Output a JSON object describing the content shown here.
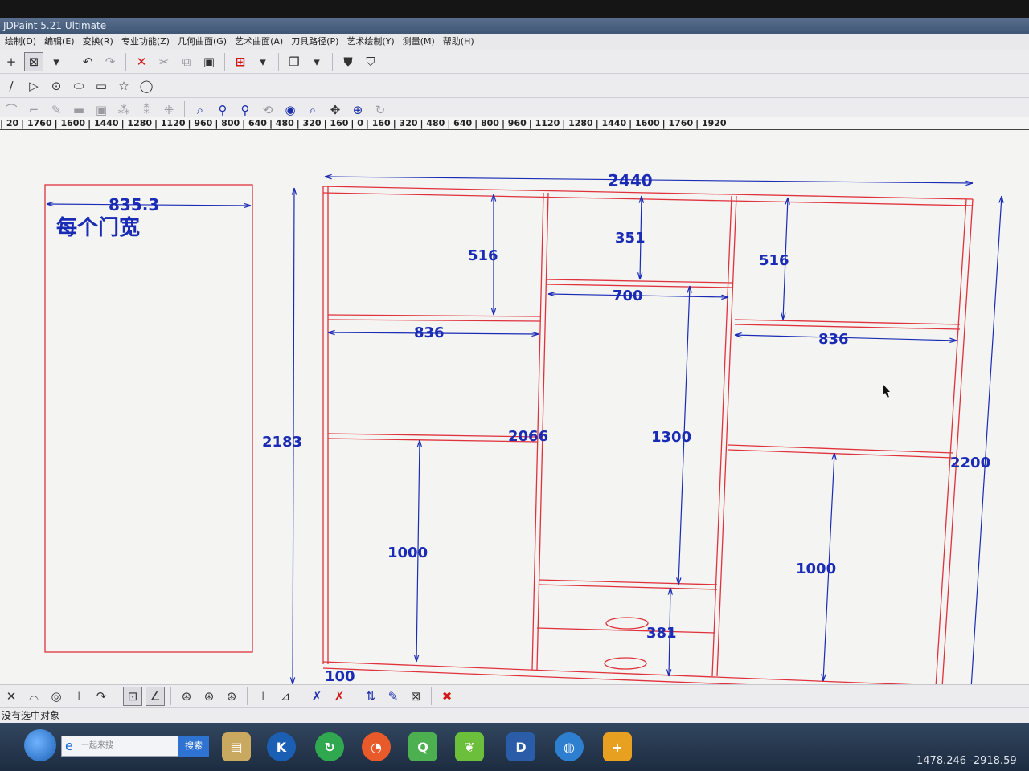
{
  "window": {
    "title": "JDPaint 5.21 Ultimate"
  },
  "menu": [
    "绘制(D)",
    "编辑(E)",
    "变换(R)",
    "专业功能(Z)",
    "几何曲面(G)",
    "艺术曲面(A)",
    "刀具路径(P)",
    "艺术绘制(Y)",
    "测量(M)",
    "帮助(H)"
  ],
  "toolbar1": [
    {
      "name": "crosshair-icon",
      "glyph": "+"
    },
    {
      "name": "select-box-icon",
      "glyph": "⊠",
      "pressed": true
    },
    {
      "name": "dropdown-arrow-icon",
      "glyph": "▾"
    },
    {
      "name": "undo-icon",
      "glyph": "↶"
    },
    {
      "name": "redo-icon",
      "glyph": "↷",
      "gray": true
    },
    {
      "name": "delete-icon",
      "glyph": "✕",
      "red": true
    },
    {
      "name": "cut-icon",
      "glyph": "✂",
      "gray": true
    },
    {
      "name": "copy-icon",
      "glyph": "⧉",
      "gray": true
    },
    {
      "name": "paste-icon",
      "glyph": "▣"
    },
    {
      "name": "grid-icon",
      "glyph": "⊞",
      "red": true
    },
    {
      "name": "dropdown-arrow-icon",
      "glyph": "▾"
    },
    {
      "name": "layers-icon",
      "glyph": "❒"
    },
    {
      "name": "dropdown-arrow-icon",
      "glyph": "▾"
    },
    {
      "name": "shield-icon",
      "glyph": "⛊"
    },
    {
      "name": "shield-dark-icon",
      "glyph": "⛉"
    }
  ],
  "toolbar2": [
    {
      "name": "line-icon",
      "glyph": "∕"
    },
    {
      "name": "polyline-icon",
      "glyph": "▷"
    },
    {
      "name": "circle-center-icon",
      "glyph": "⊙"
    },
    {
      "name": "ellipse-icon",
      "glyph": "⬭"
    },
    {
      "name": "rectangle-icon",
      "glyph": "▭"
    },
    {
      "name": "star-icon",
      "glyph": "☆"
    },
    {
      "name": "circle-icon",
      "glyph": "◯"
    }
  ],
  "toolbar3": [
    {
      "name": "curve-edit-icon",
      "glyph": "⌒",
      "gray": true
    },
    {
      "name": "node-edit-icon",
      "glyph": "⌐",
      "gray": true
    },
    {
      "name": "trim-icon",
      "glyph": "✎",
      "gray": true
    },
    {
      "name": "offset-icon",
      "glyph": "▬",
      "gray": true
    },
    {
      "name": "frame-icon",
      "glyph": "▣",
      "gray": true
    },
    {
      "name": "group-icon",
      "glyph": "⁂",
      "gray": true
    },
    {
      "name": "ungroup-icon",
      "glyph": "⁑",
      "gray": true
    },
    {
      "name": "combine-icon",
      "glyph": "⁜",
      "gray": true
    },
    {
      "name": "zoom-window-icon",
      "glyph": "⌕",
      "blue": true
    },
    {
      "name": "zoom-in-icon",
      "glyph": "⚲",
      "blue": true
    },
    {
      "name": "zoom-out-icon",
      "glyph": "⚲",
      "blue": true
    },
    {
      "name": "zoom-previous-icon",
      "glyph": "⟲",
      "gray": true
    },
    {
      "name": "view-eye-icon",
      "glyph": "◉",
      "blue": true
    },
    {
      "name": "zoom-object-icon",
      "glyph": "⌕",
      "blue": true
    },
    {
      "name": "pan-icon",
      "glyph": "✥"
    },
    {
      "name": "zoom-all-icon",
      "glyph": "⊕",
      "blue": true
    },
    {
      "name": "refresh-icon",
      "glyph": "↻",
      "gray": true
    }
  ],
  "ruler": [
    "20",
    "1760",
    "1600",
    "1440",
    "1280",
    "1120",
    "960",
    "800",
    "640",
    "480",
    "320",
    "160",
    "0",
    "160",
    "320",
    "480",
    "640",
    "800",
    "960",
    "1120",
    "1280",
    "1440",
    "1600",
    "1760",
    "1920"
  ],
  "drawing": {
    "door_width": "835.3",
    "door_label": "每个门宽",
    "overall_width": "2440",
    "left_height": "2183",
    "right_height": "2200",
    "left_top_compartment": "516",
    "left_shelf_width": "836",
    "middle_top_compartment": "351",
    "middle_width": "700",
    "divider_height": "2066",
    "middle_hanging": "1300",
    "left_bottom": "1000",
    "right_top_compartment": "516",
    "right_shelf_width": "836",
    "right_bottom": "1000",
    "drawer_height": "381",
    "plinth": "100"
  },
  "bottom_toolbar": [
    {
      "name": "snap-cross-icon",
      "glyph": "✕"
    },
    {
      "name": "snap-arc-icon",
      "glyph": "⌓"
    },
    {
      "name": "snap-circle-icon",
      "glyph": "◎"
    },
    {
      "name": "snap-perpendicular-icon",
      "glyph": "⊥"
    },
    {
      "name": "snap-tangent-icon",
      "glyph": "↷"
    },
    {
      "name": "snap-center-icon",
      "glyph": "⊡",
      "pressed": true
    },
    {
      "name": "snap-angle-icon",
      "glyph": "∠",
      "pressed": true
    },
    {
      "name": "snap-grid-a-icon",
      "glyph": "⊛"
    },
    {
      "name": "snap-grid-b-icon",
      "glyph": "⊛"
    },
    {
      "name": "snap-grid-c-icon",
      "glyph": "⊛"
    },
    {
      "name": "align-bottom-icon",
      "glyph": "⊥"
    },
    {
      "name": "align-slant-icon",
      "glyph": "⊿"
    },
    {
      "name": "node-cross-a-icon",
      "glyph": "✗",
      "blue": true
    },
    {
      "name": "node-cross-b-icon",
      "glyph": "✗",
      "red": true
    },
    {
      "name": "node-move-icon",
      "glyph": "⇅",
      "blue": true
    },
    {
      "name": "node-pen-icon",
      "glyph": "✎",
      "blue": true
    },
    {
      "name": "node-select-icon",
      "glyph": "⊠"
    },
    {
      "name": "close-icon",
      "glyph": "✖",
      "red": true
    }
  ],
  "status": {
    "text": "没有选中对象"
  },
  "taskbar": {
    "search_placeholder": "一起来搜",
    "search_button": "搜索",
    "coords": "1478.246 -2918.59"
  },
  "colors": {
    "panel_line": "#e0323c",
    "dimension": "#1a2bb5",
    "window_bg": "#eeeef0",
    "canvas_bg": "#f4f4f2"
  }
}
